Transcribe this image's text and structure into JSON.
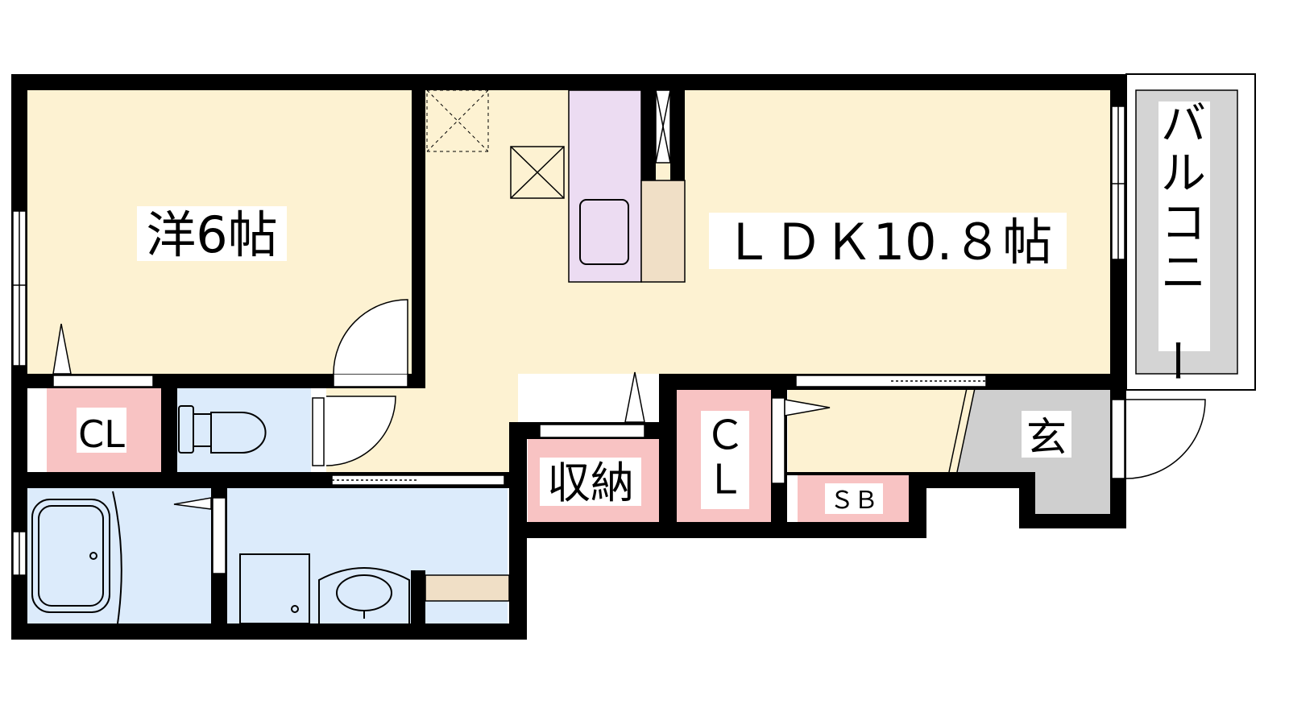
{
  "colors": {
    "wall": "#000000",
    "room_beige": "#fdf2d2",
    "wet_blue": "#dcebfb",
    "storage_pink": "#f8c3c3",
    "entrance_gray": "#cfcfcf",
    "balcony_gray": "#d4d4d4",
    "kitchen_lavender": "#ecdcf2",
    "counter_tan": "#f0dfc6",
    "label_bg": "#ffffff"
  },
  "labels": {
    "western_room": "洋6帖",
    "ldk": "ＬＤＫ10.８帖",
    "balcony": "バルコニー",
    "closet_left": "CL",
    "closet_center": "ＣＬ",
    "storage": "収納",
    "shoe_box": "ＳＢ",
    "entrance": "玄"
  },
  "icons": [
    "fridge-space-icon",
    "washer-space-icon",
    "sink-icon",
    "toilet-icon",
    "bathtub-icon",
    "washbasin-icon",
    "door-swing-icon",
    "sliding-door-icon",
    "window-icon",
    "opening-arrow-icon"
  ]
}
